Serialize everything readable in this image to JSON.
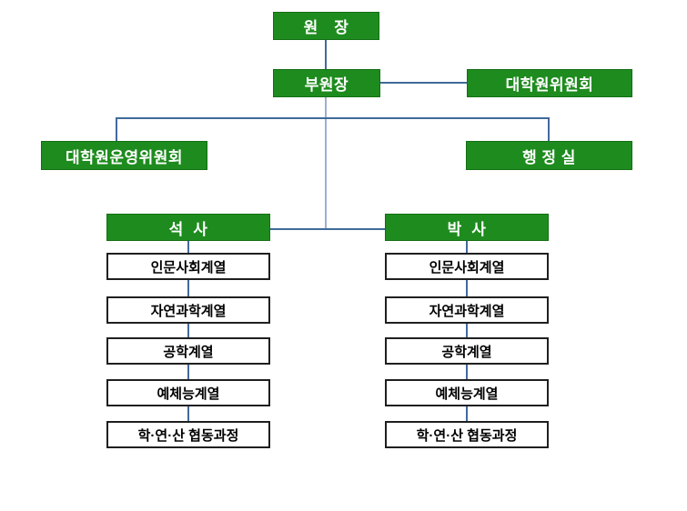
{
  "title": "Graduate school organization chart",
  "colors": {
    "node_green": "#1e8b1e",
    "node_green_border": "#136f13",
    "node_white_border": "#1f1f1f",
    "connector_blue": "#3e6b99",
    "connector_light_blue": "#9bb0d0",
    "text_on_green": "#ffffff",
    "text_on_white": "#000000",
    "background": "#ffffff"
  },
  "org": {
    "director": "원　장",
    "vice_director": "부원장",
    "grad_committee": "대학원위원회",
    "operations_committee": "대학원운영위원회",
    "admin_office": "행 정 실",
    "masters": {
      "title": "석  사",
      "items": [
        "인문사회계열",
        "자연과학계열",
        "공학계열",
        "예체능계열",
        "학·연·산 협동과정"
      ]
    },
    "doctoral": {
      "title": "박  사",
      "items": [
        "인문사회계열",
        "자연과학계열",
        "공학계열",
        "예체능계열",
        "학·연·산 협동과정"
      ]
    }
  }
}
